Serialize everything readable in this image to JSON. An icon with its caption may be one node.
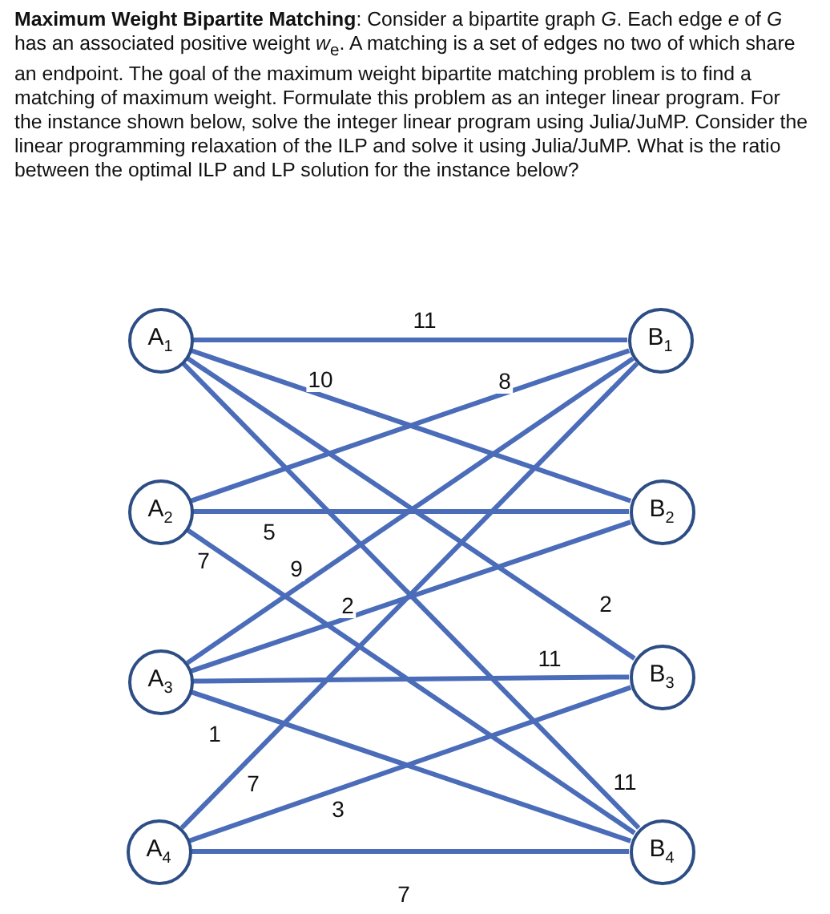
{
  "diagram": {
    "title": "**Maximum Weight Bipartite Matching**: Consider a bipartite graph *G*. Each edge *e* of *G* has an associated positive weight *w*$_{e}$. A matching is a set of edges no two of which share an endpoint. The goal of the maximum weight bipartite matching problem is to find a matching of maximum weight. Formulate this problem as an integer linear program. For the instance shown below, solve the integer linear program using Julia/JuMP. Consider the linear programming relaxation of the ILP and solve it using Julia/JuMP. What is the ratio between the optimal ILP and LP solution for the instance below?",
    "nodes": [
      {
        "text": [
          "A$_{1}$"
        ]
      },
      {
        "text": [
          "B$_{1}$"
        ]
      },
      {
        "text": [
          "A$_{2}$"
        ]
      },
      {
        "text": [
          "B$_{2}$"
        ]
      },
      {
        "text": [
          "A$_{3}$"
        ]
      },
      {
        "text": [
          "B$_{3}$"
        ]
      },
      {
        "text": [
          "A$_{4}$"
        ]
      },
      {
        "text": [
          "B$_{4}$"
        ]
      }
    ],
    "edges": [
      {
        "from": 0,
        "to": 1,
        "arrow": "none",
        "label": "11"
      },
      {
        "from": 0,
        "to": 3,
        "arrow": "none",
        "label": "10"
      },
      {
        "from": 0,
        "to": 5,
        "arrow": "none",
        "label": "2"
      },
      {
        "from": 0,
        "to": 7,
        "arrow": "none",
        "label": "11"
      },
      {
        "from": 2,
        "to": 1,
        "arrow": "none",
        "label": "8"
      },
      {
        "from": 2,
        "to": 3,
        "arrow": "none",
        "label": "5"
      },
      {
        "from": 2,
        "to": 7,
        "arrow": "none",
        "label": "7"
      },
      {
        "from": 4,
        "to": 1,
        "arrow": "none",
        "label": "9"
      },
      {
        "from": 4,
        "to": 3,
        "arrow": "none",
        "label": "2"
      },
      {
        "from": 4,
        "to": 5,
        "arrow": "none",
        "label": "11"
      },
      {
        "from": 4,
        "to": 7,
        "arrow": "none",
        "label": "1"
      },
      {
        "from": 6,
        "to": 1,
        "arrow": "none",
        "label": "7"
      },
      {
        "from": 6,
        "to": 5,
        "arrow": "none",
        "label": "3"
      },
      {
        "from": 6,
        "to": 7,
        "arrow": "none",
        "label": "7"
      }
    ]
  }
}
